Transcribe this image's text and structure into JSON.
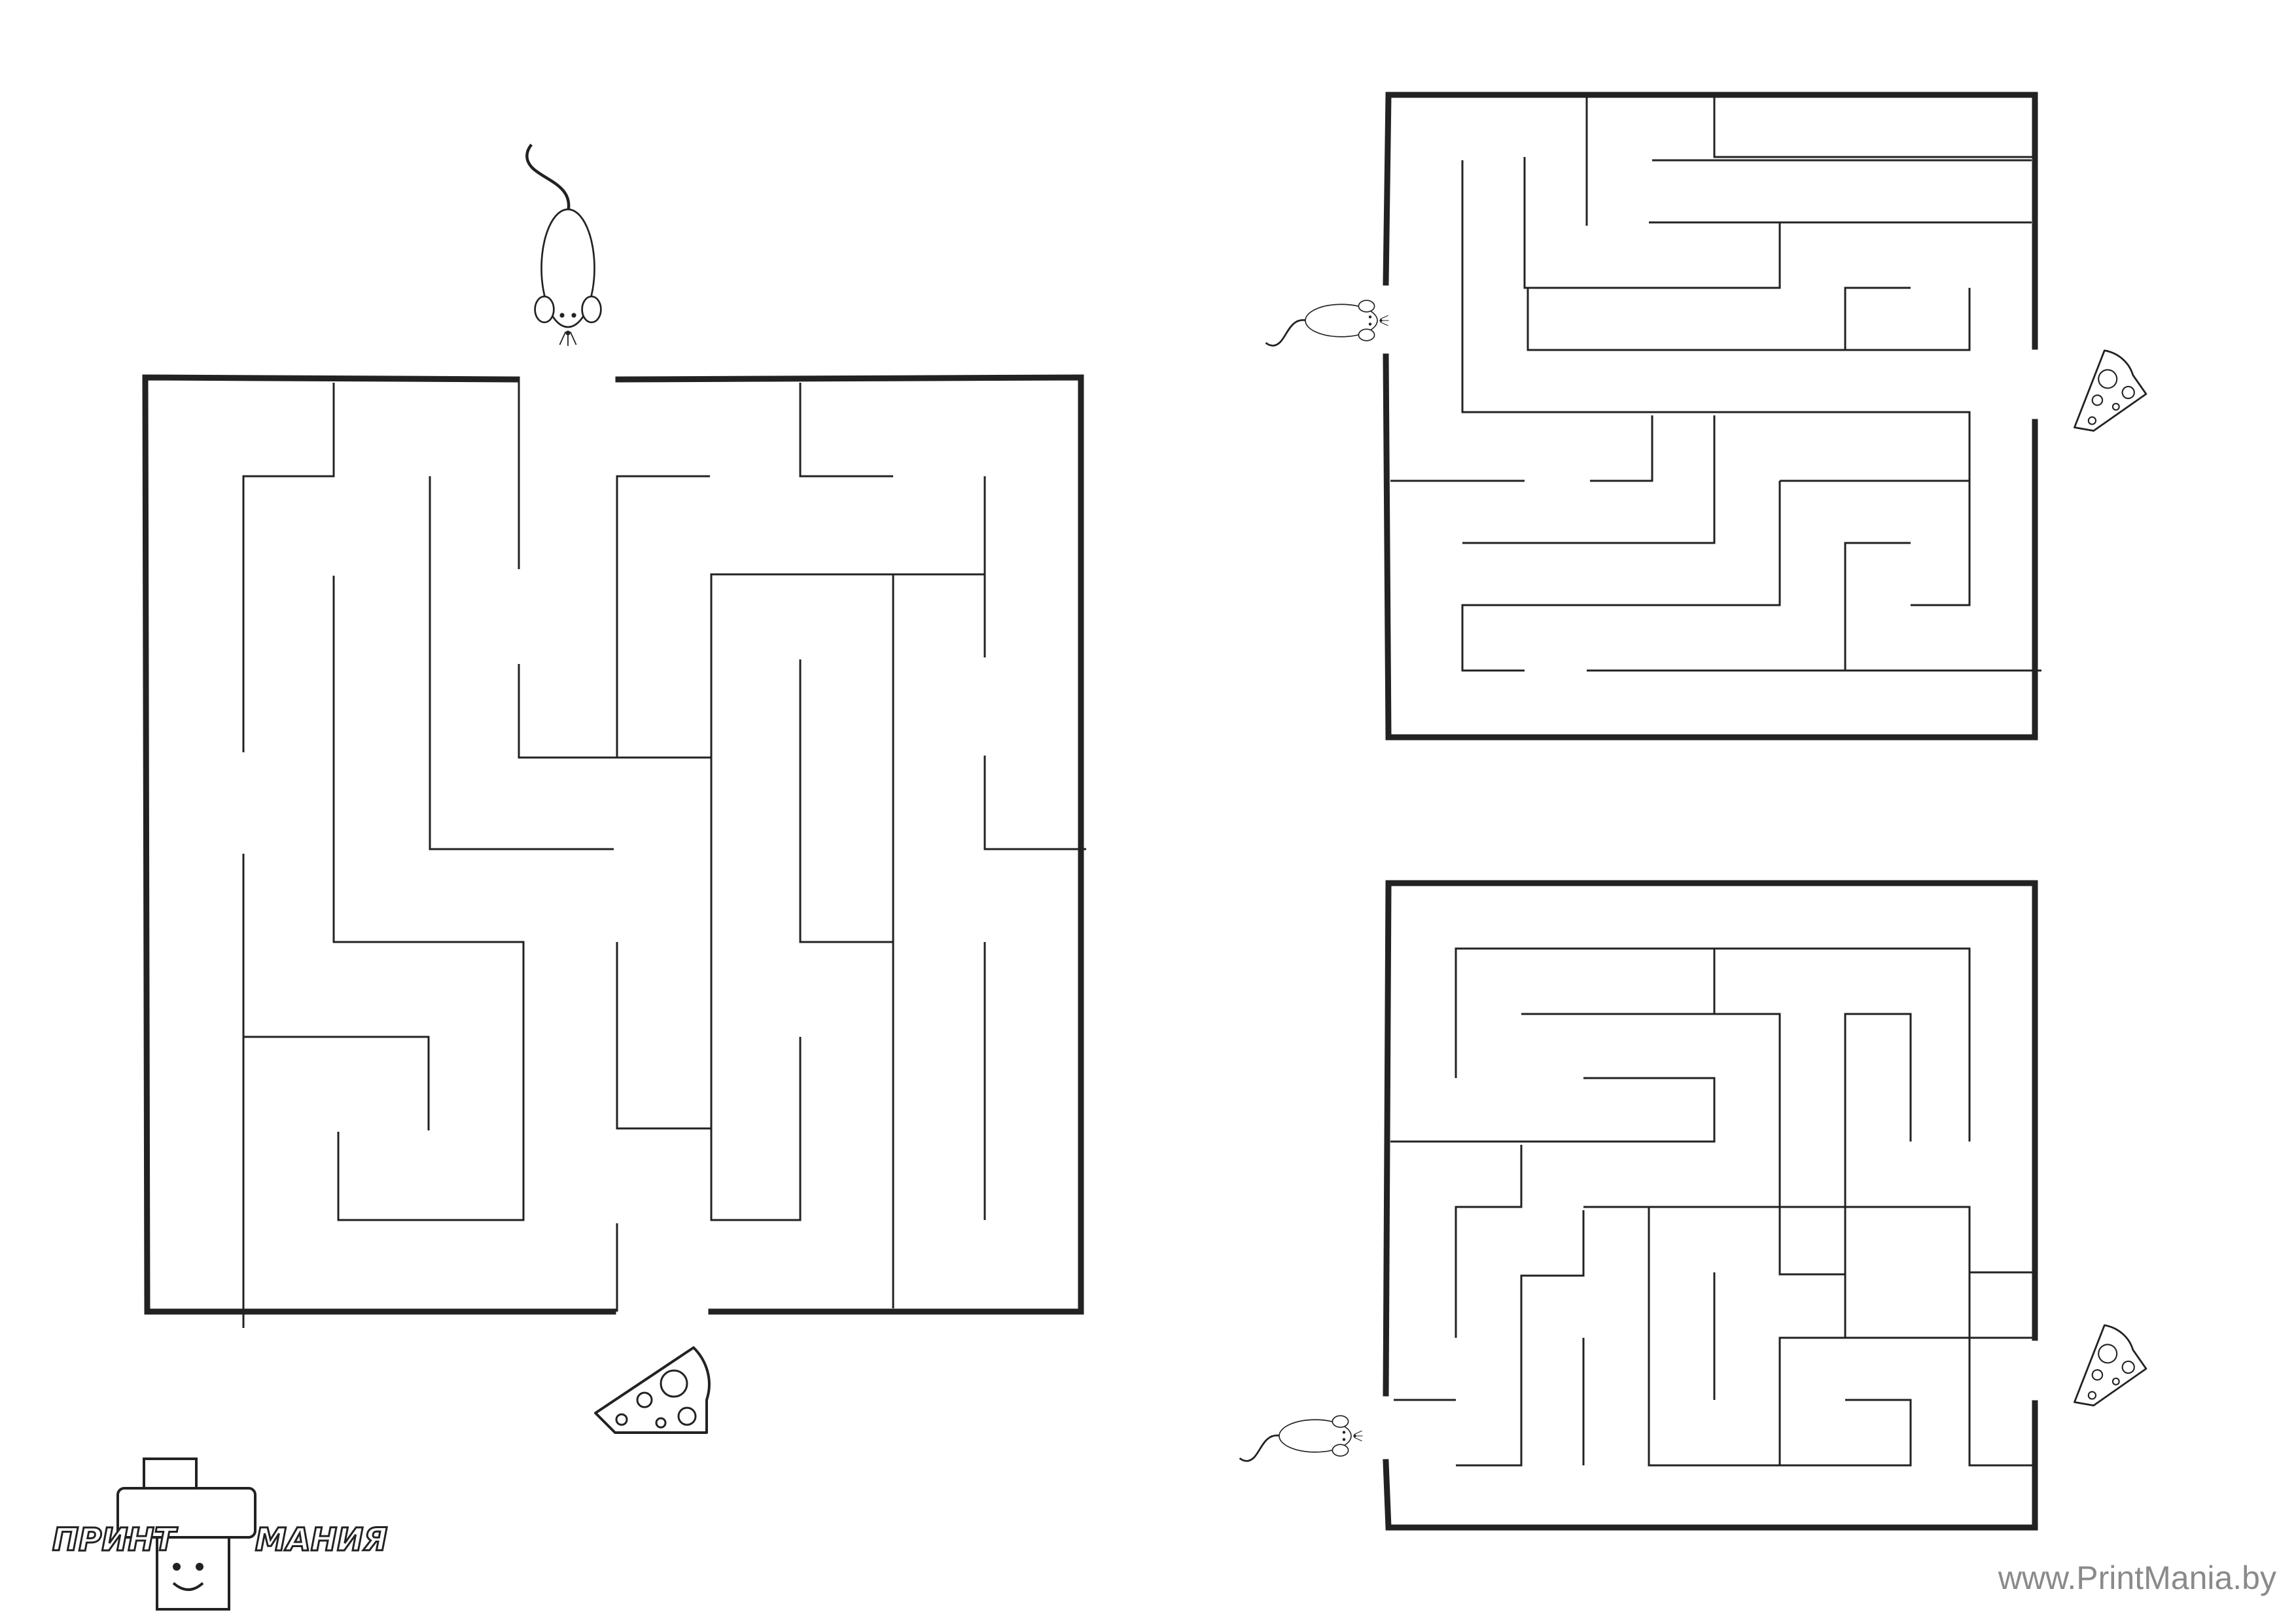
{
  "page": {
    "background": "#ffffff",
    "ink_color": "#222222"
  },
  "footer": {
    "url": "www.PrintMania.by",
    "color": "#8a8a8a"
  },
  "logo": {
    "left_word": "ПРИНТ",
    "right_word": "МАНИЯ",
    "icon": "printer-icon"
  },
  "mazes": [
    {
      "id": "large-maze",
      "start_icon": "mouse-icon",
      "goal_icon": "cheese-icon"
    },
    {
      "id": "top-right-maze",
      "start_icon": "mouse-icon",
      "goal_icon": "cheese-icon"
    },
    {
      "id": "bottom-right-maze",
      "start_icon": "mouse-icon",
      "goal_icon": "cheese-icon"
    }
  ]
}
